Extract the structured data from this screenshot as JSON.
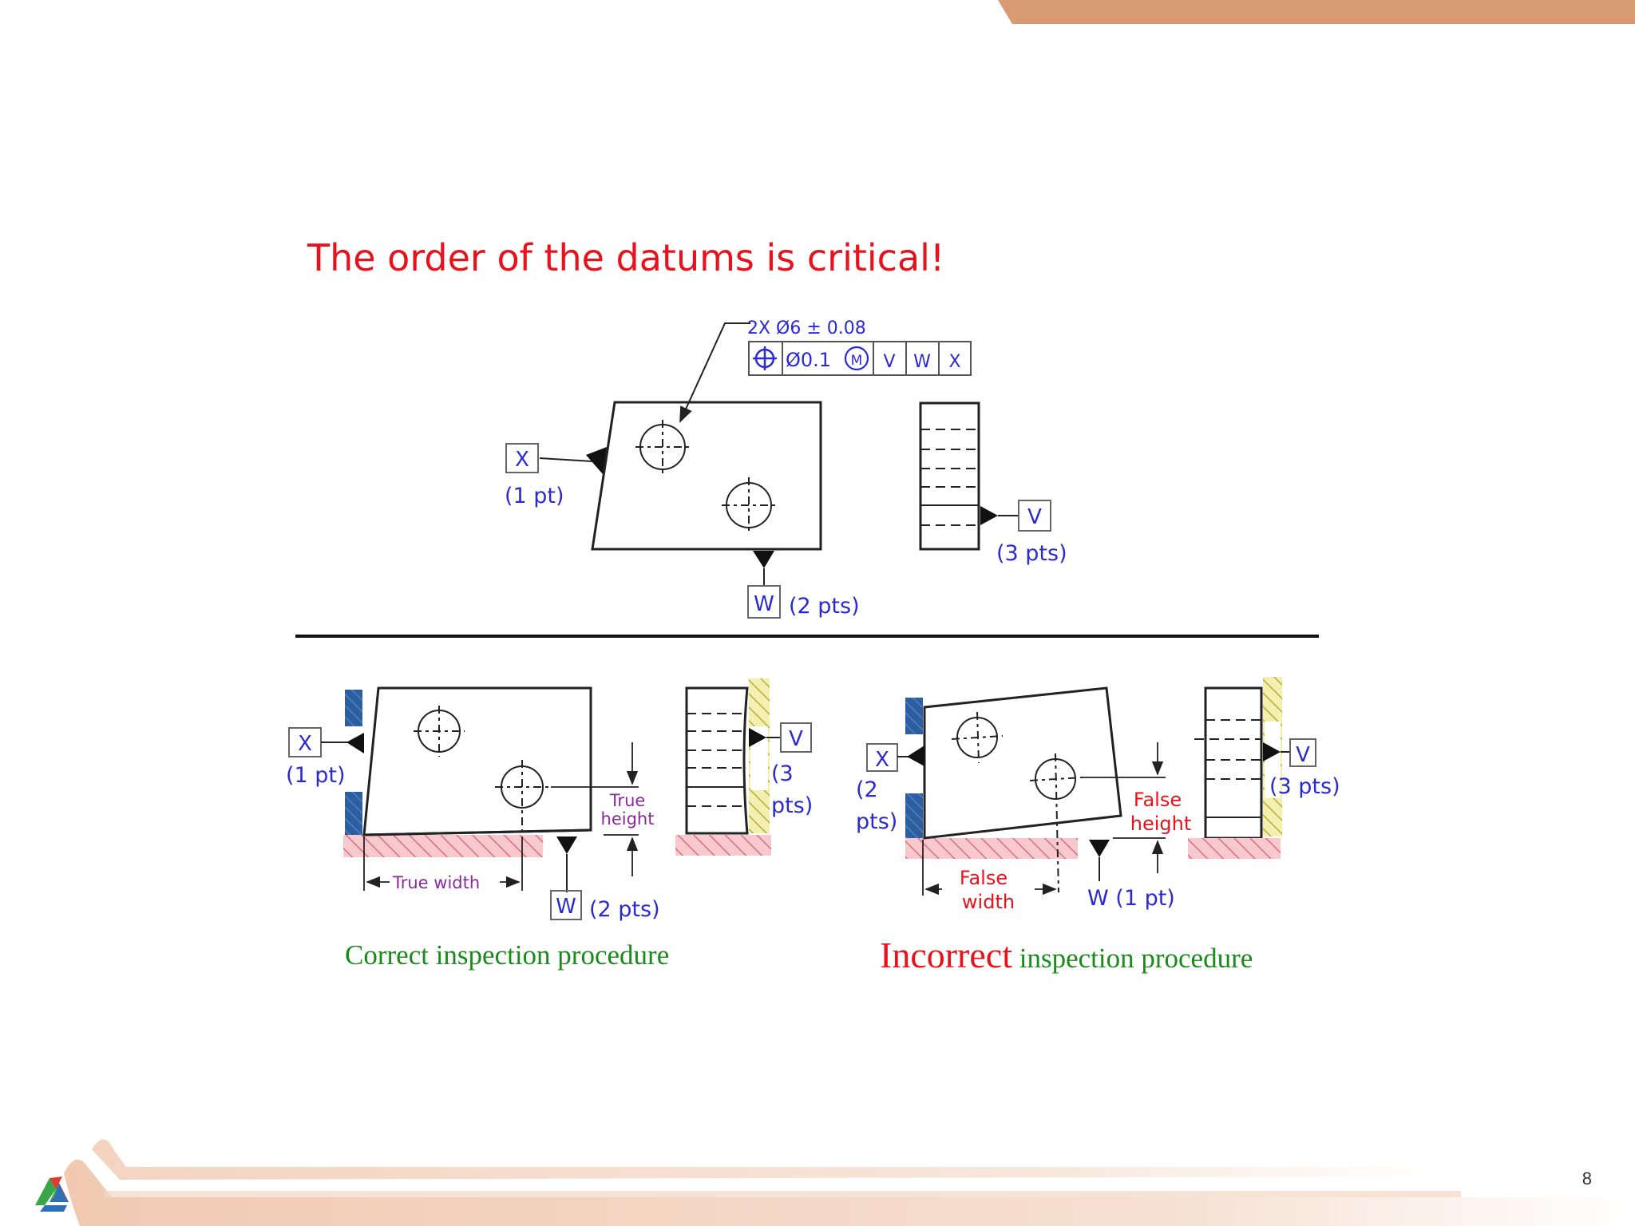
{
  "slide": {
    "title": "The order of the datums is critical!",
    "page_number": "8"
  },
  "top_drawing": {
    "hole_callout": "2X Ø6 ± 0.08",
    "fcf": {
      "tolerance": "Ø0.1",
      "modifier": "M",
      "datums": [
        "V",
        "W",
        "X"
      ]
    },
    "datum_x": {
      "letter": "X",
      "points": "(1 pt)"
    },
    "datum_w": {
      "letter": "W",
      "points": "(2 pts)"
    },
    "datum_v": {
      "letter": "V",
      "points": "(3 pts)"
    }
  },
  "correct": {
    "datum_x": {
      "letter": "X",
      "points": "(1 pt)"
    },
    "datum_v": {
      "letter": "V",
      "points_line1": "(3",
      "points_line2": "pts)"
    },
    "datum_w": {
      "letter": "W",
      "points": "(2 pts)"
    },
    "height_label_line1": "True",
    "height_label_line2": "height",
    "width_label": "True width",
    "caption": "Correct inspection procedure"
  },
  "incorrect": {
    "datum_x": {
      "letter": "X",
      "points_line1": "(2",
      "points_line2": "pts)"
    },
    "datum_v": {
      "letter": "V",
      "points": "(3 pts)"
    },
    "datum_w": {
      "letter": "W",
      "points": "W (1 pt)"
    },
    "height_label_line1": "False",
    "height_label_line2": "height",
    "width_label_line1": "False",
    "width_label_line2": "width",
    "caption_word": "Incorrect",
    "caption_rest": " inspection procedure"
  },
  "colors": {
    "title_red": "#e8121c",
    "annotation_blue": "#2a2ad0",
    "caption_green": "#1a8a1a",
    "dim_purple": "#8a2a9a",
    "false_red": "#e8121c",
    "fixture_blue": "#2d5fa0",
    "hatch_pink": "#f0a8b0",
    "hatch_yellow": "#e8e060",
    "header_orange": "#d89a72"
  }
}
